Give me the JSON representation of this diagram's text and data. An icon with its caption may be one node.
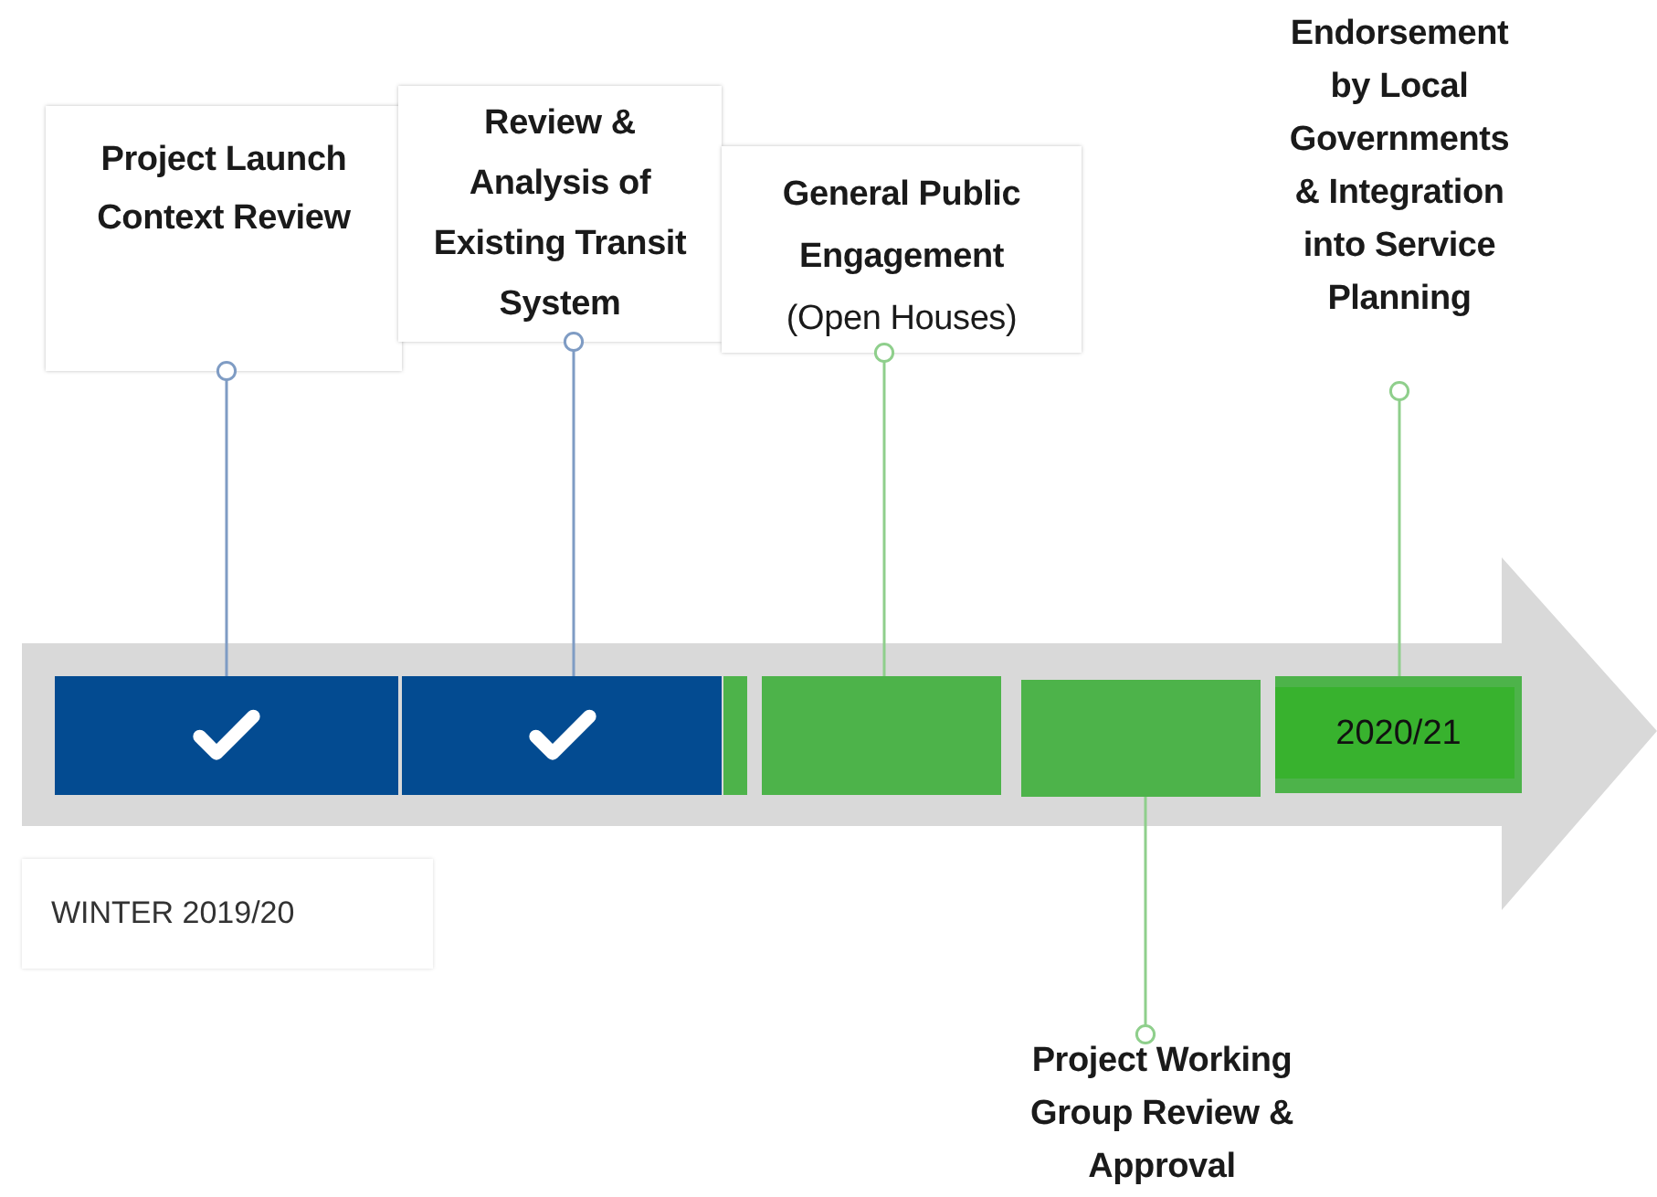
{
  "diagram": {
    "nodes": [
      {
        "text": [
          "Project Launch Context Review"
        ]
      },
      {
        "text": [
          "Review & Analysis of Existing Transit System"
        ]
      },
      {
        "text": [
          "General Public Engagement",
          "(Open Houses)"
        ]
      },
      {
        "text": [
          "Endorsement by Local Governments & Integration into Service Planning"
        ]
      },
      {
        "text": [
          "Project Working Group Review & Approval"
        ]
      },
      {
        "text": [],
        "shape": "bar"
      },
      {
        "text": [],
        "shape": "bar"
      },
      {
        "text": [],
        "shape": "bar"
      },
      {
        "text": [],
        "shape": "bar"
      },
      {
        "text": [],
        "shape": "bar"
      },
      {
        "text": [
          "2020/21"
        ]
      }
    ],
    "edges": [
      {
        "from": 0,
        "to": 5,
        "arrow": "other",
        "color": "#7f9cc4"
      },
      {
        "from": 1,
        "to": 6,
        "arrow": "other",
        "color": "#7f9cc4"
      },
      {
        "from": 2,
        "to": 8,
        "arrow": "other"
      },
      {
        "from": 3,
        "to": 10,
        "arrow": "other"
      },
      {
        "from": 4,
        "to": 9,
        "arrow": "other"
      }
    ],
    "labels": [
      "WINTER 2019/20"
    ]
  }
}
